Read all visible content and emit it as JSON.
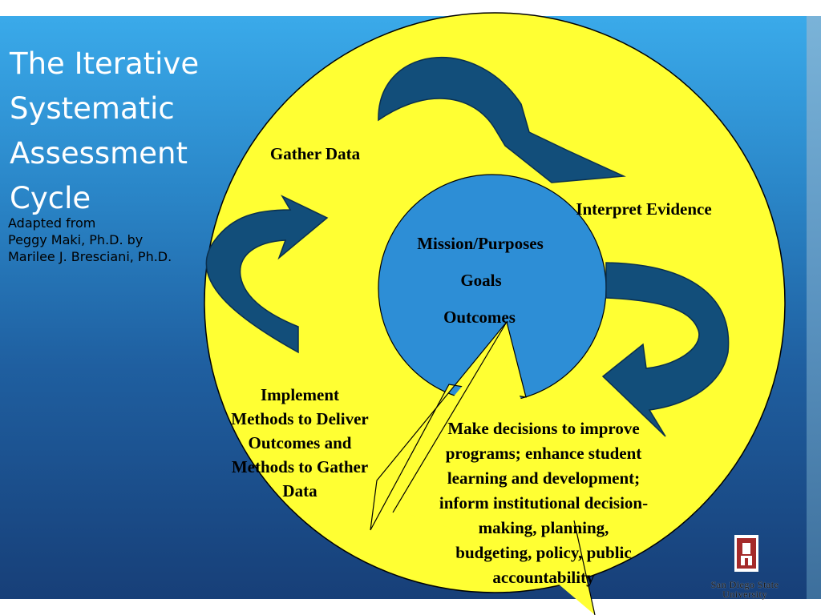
{
  "slide": {
    "title_lines": [
      "The Iterative",
      "Systematic",
      "Assessment",
      "Cycle"
    ],
    "subtitle_lines": [
      "Adapted from",
      "Peggy Maki, Ph.D. by",
      "Marilee J. Bresciani, Ph.D."
    ]
  },
  "diagram": {
    "gather_label": "Gather Data",
    "interpret_label": "Interpret Evidence",
    "center": {
      "mission": "Mission/Purposes",
      "goals": "Goals",
      "outcomes": "Outcomes"
    },
    "implement_lines": [
      "Implement",
      "Methods to Deliver",
      "Outcomes and",
      "Methods to Gather",
      "Data"
    ],
    "decisions_lines": [
      "Make decisions to improve",
      "programs; enhance student",
      "learning and development;",
      "inform institutional decision-",
      "making, planning,",
      "budgeting, policy, public",
      "accountability"
    ]
  },
  "colors": {
    "yellow": "#ffff33",
    "arrow": "#124e7a",
    "center_circle": "#2d8ed6"
  },
  "logo": {
    "line1": "San Diego State",
    "line2": "University"
  }
}
